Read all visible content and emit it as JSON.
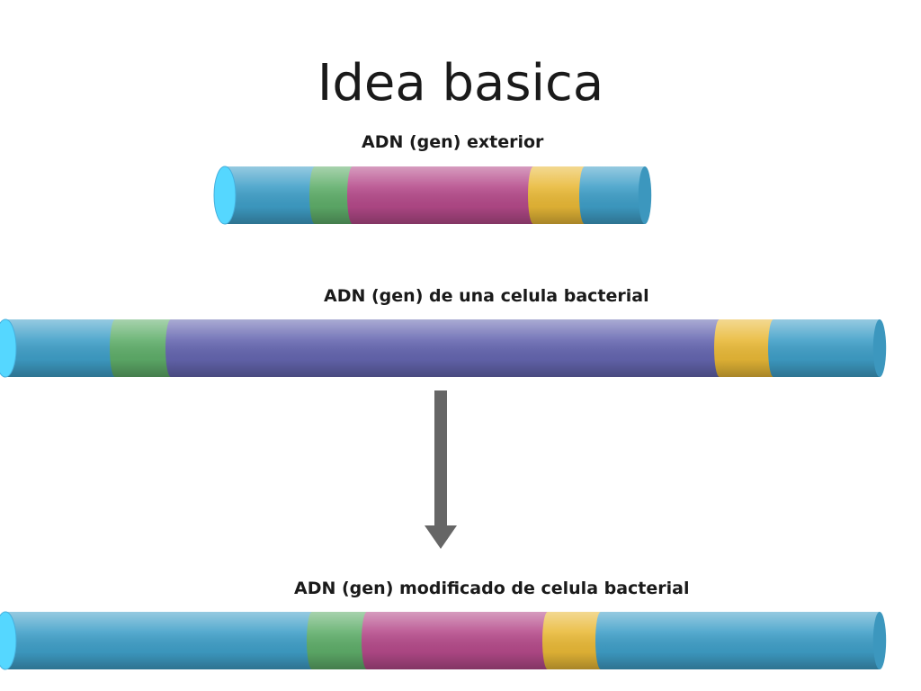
{
  "slide": {
    "title": "Idea basica"
  },
  "strands": [
    {
      "id": "exterior",
      "label": "ADN (gen) exterior",
      "segments": [
        {
          "kind": "flank",
          "color": "#3f9fc8"
        },
        {
          "kind": "promoter",
          "color": "#5fae6a"
        },
        {
          "kind": "gene",
          "color": "#b54a8a"
        },
        {
          "kind": "terminator",
          "color": "#e9b937"
        },
        {
          "kind": "flank",
          "color": "#3f9fc8"
        }
      ]
    },
    {
      "id": "bacterial",
      "label": "ADN (gen) de una celula bacterial",
      "segments": [
        {
          "kind": "flank",
          "color": "#3f9fc8"
        },
        {
          "kind": "promoter",
          "color": "#5fae6a"
        },
        {
          "kind": "gene",
          "color": "#6566b0"
        },
        {
          "kind": "terminator",
          "color": "#e9b937"
        },
        {
          "kind": "flank",
          "color": "#3f9fc8"
        }
      ]
    },
    {
      "id": "modified",
      "label": "ADN (gen) modificado de celula bacterial",
      "segments": [
        {
          "kind": "flank",
          "color": "#3f9fc8"
        },
        {
          "kind": "promoter",
          "color": "#5fae6a"
        },
        {
          "kind": "gene",
          "color": "#b54a8a"
        },
        {
          "kind": "terminator",
          "color": "#e9b937"
        },
        {
          "kind": "flank",
          "color": "#3f9fc8"
        }
      ]
    }
  ],
  "arrow": {
    "icon": "down-arrow-icon",
    "color": "#666666"
  }
}
